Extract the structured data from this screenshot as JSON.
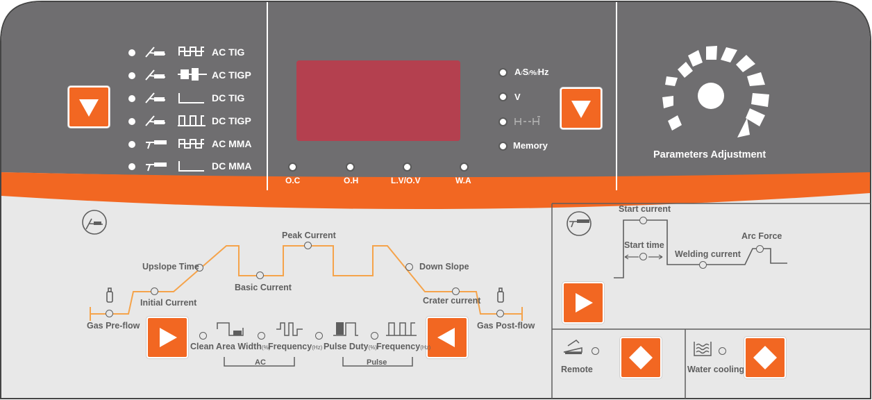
{
  "colors": {
    "panel_dark": "#6f6e70",
    "panel_light": "#e8e8e8",
    "accent": "#f26722",
    "display": "#b4404f",
    "dim_text": "#b8b8b8"
  },
  "modes": [
    {
      "label": "AC TIG",
      "icon": "tig-torch-icon",
      "wave": "ac-square-wave-icon"
    },
    {
      "label": "AC TIGP",
      "icon": "tig-torch-icon",
      "wave": "ac-pulse-wave-icon"
    },
    {
      "label": "DC TIG",
      "icon": "tig-torch-icon",
      "wave": "dc-step-wave-icon"
    },
    {
      "label": "DC TIGP",
      "icon": "tig-torch-icon",
      "wave": "dc-pulse-wave-icon"
    },
    {
      "label": "AC MMA",
      "icon": "stick-electrode-icon",
      "wave": "ac-square-wave-icon"
    },
    {
      "label": "DC MMA",
      "icon": "stick-electrode-icon",
      "wave": "dc-step-wave-icon"
    }
  ],
  "alarms": [
    "O.C",
    "O.H",
    "L.V/O.V",
    "W.A"
  ],
  "units": {
    "amps": "A",
    "secs": "S",
    "pct": "%",
    "hz": "Hz",
    "volts": "V",
    "memory": "Memory"
  },
  "knob": {
    "label": "Parameters Adjustment"
  },
  "tig_sequence": {
    "gas_preflow": "Gas Pre-flow",
    "initial_current": "Initial Current",
    "upslope_time": "Upslope Time",
    "peak_current": "Peak Current",
    "basic_current": "Basic Current",
    "down_slope": "Down Slope",
    "crater_current": "Crater current",
    "gas_postflow": "Gas Post-flow"
  },
  "ac_pulse_params": {
    "clean_area": "Clean Area Width",
    "clean_area_unit": "(%)",
    "ac_frequency": "Frequency",
    "ac_frequency_unit": "(Hz)",
    "pulse_duty": "Pulse Duty",
    "pulse_duty_unit": "(%)",
    "pulse_frequency": "Frequency",
    "pulse_frequency_unit": "(Hz)",
    "ac_group": "AC",
    "pulse_group": "Pulse"
  },
  "mma_params": {
    "start_current": "Start current",
    "start_time": "Start time",
    "welding_current": "Welding current",
    "arc_force": "Arc Force"
  },
  "remote": {
    "label": "Remote"
  },
  "water": {
    "label": "Water cooling"
  }
}
